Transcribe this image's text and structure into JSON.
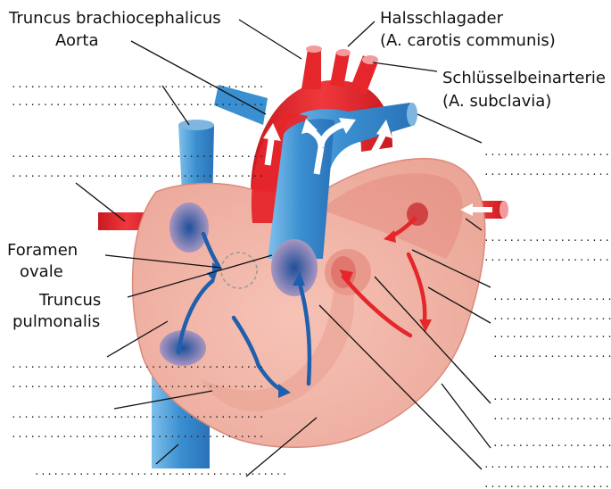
{
  "labels": {
    "truncus_brachiocephalicus": "Truncus brachiocephalicus",
    "aorta": "Aorta",
    "halsschlagader": "Halsschlagader",
    "carotis": "(A. carotis communis)",
    "schluesselbeinarterie": "Schlüsselbeinarterie",
    "subclavia": "(A. subclavia)",
    "foramen_1": "Foramen",
    "foramen_2": "ovale",
    "truncus_pulm_1": "Truncus",
    "truncus_pulm_2": "pulmonalis"
  },
  "blank_line": "........................................",
  "colors": {
    "vein_blue": "#3a8fd0",
    "artery_red": "#e5262b",
    "heart_pink": "#f3b4a6",
    "heart_pink_dark": "#e8968a",
    "arrow_blue": "#1f5fad",
    "arrow_red": "#e5262b"
  }
}
